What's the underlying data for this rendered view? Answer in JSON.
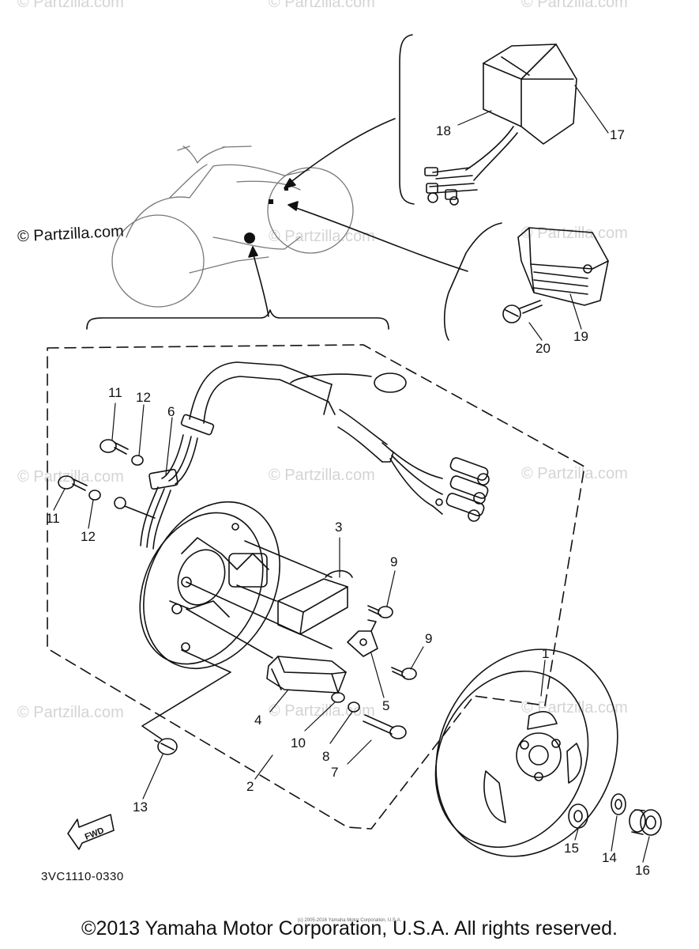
{
  "watermark": "© Partzilla.com",
  "watermark_left": "© Partzilla.com",
  "diagram_code": "3VC1110-0330",
  "copyright": "©2013 Yamaha Motor Corporation, U.S.A. All rights reserved.",
  "copyright_small": "(c) 2005-2016 Yamaha Motor Corporation, U.S.A.",
  "fwd_label": "FWD",
  "callouts": {
    "c1": "1",
    "c2": "2",
    "c3": "3",
    "c4": "4",
    "c5": "5",
    "c6": "6",
    "c7": "7",
    "c8": "8",
    "c9a": "9",
    "c9b": "9",
    "c10": "10",
    "c11a": "11",
    "c11b": "11",
    "c12a": "12",
    "c12b": "12",
    "c13": "13",
    "c14": "14",
    "c15": "15",
    "c16": "16",
    "c17": "17",
    "c18": "18",
    "c19": "19",
    "c20": "20"
  }
}
